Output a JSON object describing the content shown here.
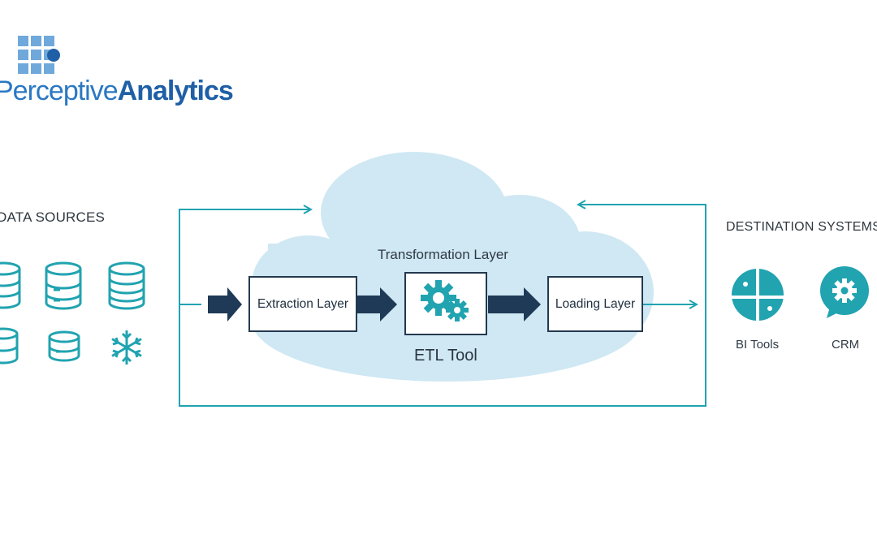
{
  "logo": {
    "text_light": "Perceptive",
    "text_bold": "Analytics",
    "icon": "grid-logo-icon",
    "colors": {
      "light_blue": "#6fa9dc",
      "dark_blue": "#1f5fa6"
    }
  },
  "sources": {
    "heading": "DATA SOURCES",
    "icons": [
      "database-icon",
      "database-icon",
      "database-icon",
      "database-icon",
      "database-icon",
      "snowflake-icon"
    ]
  },
  "etl": {
    "transformation_label": "Transformation Layer",
    "extraction_label": "Extraction Layer",
    "loading_label": "Loading Layer",
    "tool_label": "ETL Tool",
    "gear_icon": "gears-icon"
  },
  "destinations": {
    "heading": "DESTINATION SYSTEMS",
    "items": [
      {
        "label": "BI Tools",
        "icon": "pie-chart-icon"
      },
      {
        "label": "CRM",
        "icon": "chat-gear-icon"
      }
    ]
  },
  "colors": {
    "teal": "#21a3b0",
    "cloud": "#cfe8f3",
    "navy_arrow": "#1e3a56",
    "frame": "#5cc2cc"
  }
}
